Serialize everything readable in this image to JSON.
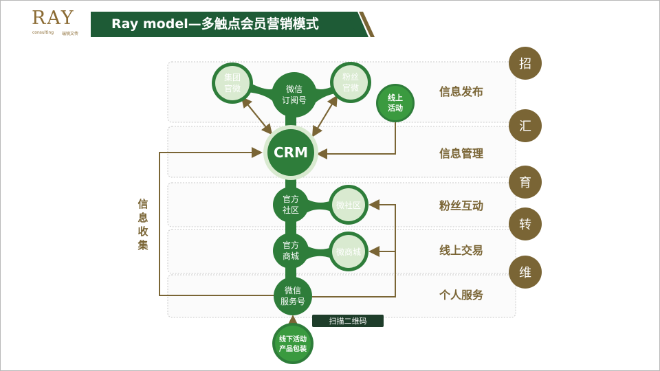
{
  "header": {
    "logo_text": "RAY",
    "logo_sub": "consulting",
    "logo_sub_cn": "瑞锐文传",
    "title": "Ray model—多触点会员营销模式"
  },
  "nodes": {
    "group_weibo": [
      "集团",
      "官微"
    ],
    "wechat_subscribe": [
      "微信",
      "订阅号"
    ],
    "fans_weibo": [
      "粉丝",
      "官微"
    ],
    "online_activity": [
      "线上",
      "活动"
    ],
    "crm": "CRM",
    "official_community": [
      "官方",
      "社区"
    ],
    "micro_community": "微社区",
    "official_mall": [
      "官方",
      "商城"
    ],
    "micro_mall": "微商城",
    "wechat_service": [
      "微信",
      "服务号"
    ],
    "offline": [
      "线下活动",
      "产品包装"
    ]
  },
  "left_label": [
    "信",
    "息",
    "收",
    "集"
  ],
  "scan_label": "扫描二维码",
  "rows": [
    "信息发布",
    "信息管理",
    "粉丝互动",
    "线上交易",
    "个人服务"
  ],
  "stages": [
    "招",
    "汇",
    "育",
    "转",
    "维"
  ],
  "colors": {
    "dark_green": "#1e5b36",
    "node_green": "#2e7d3a",
    "light_green": "#d9ead0",
    "bright_green": "#3a9a3f",
    "brown": "#8a6a32",
    "circle_brown": "#7a6535"
  }
}
